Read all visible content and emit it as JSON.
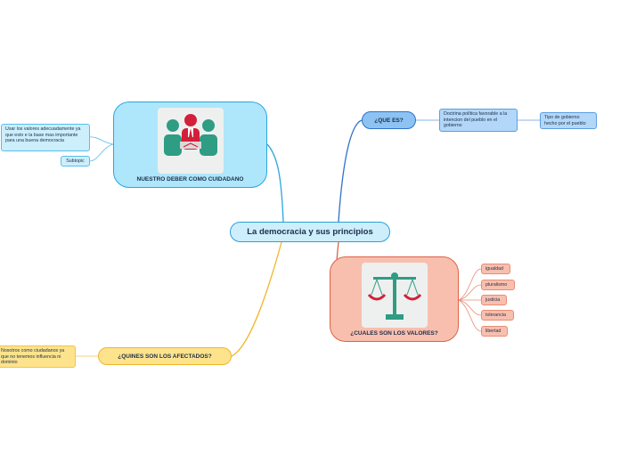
{
  "central": "La democracia y sus principios",
  "branches": {
    "ciudadano": {
      "label": "NUESTRO DEBER COMO CUIDADANO",
      "image_icon": "people-meeting-icon",
      "children": [
        "Usar los valores adecuadamente ya que esto e la  base mas importante para una buena democracia",
        "Subtopic"
      ]
    },
    "que_es": {
      "label": "¿QUE ES?",
      "child": "Doctrina política favorable a la intencion del pueblo en  el gobierno",
      "grandchild": "Tipo de gobierno hecho por el pueblo"
    },
    "valores": {
      "label": "¿CUALES SON LOS VALORES?",
      "image_icon": "balance-scale-icon",
      "children": [
        "igualdad",
        "pluralismo",
        "justicia",
        "tolerancia",
        "libertad"
      ]
    },
    "afectados": {
      "label": "¿QUINES SON LOS AFECTADOS?",
      "child": "Nosotros como ciudadanos ya que no tenemos influencia ni dominio"
    }
  },
  "colors": {
    "blue_branch": "#2ba6e0",
    "dark_blue_branch": "#2f72c9",
    "red_branch": "#e06246",
    "yellow_branch": "#f2b52c"
  }
}
